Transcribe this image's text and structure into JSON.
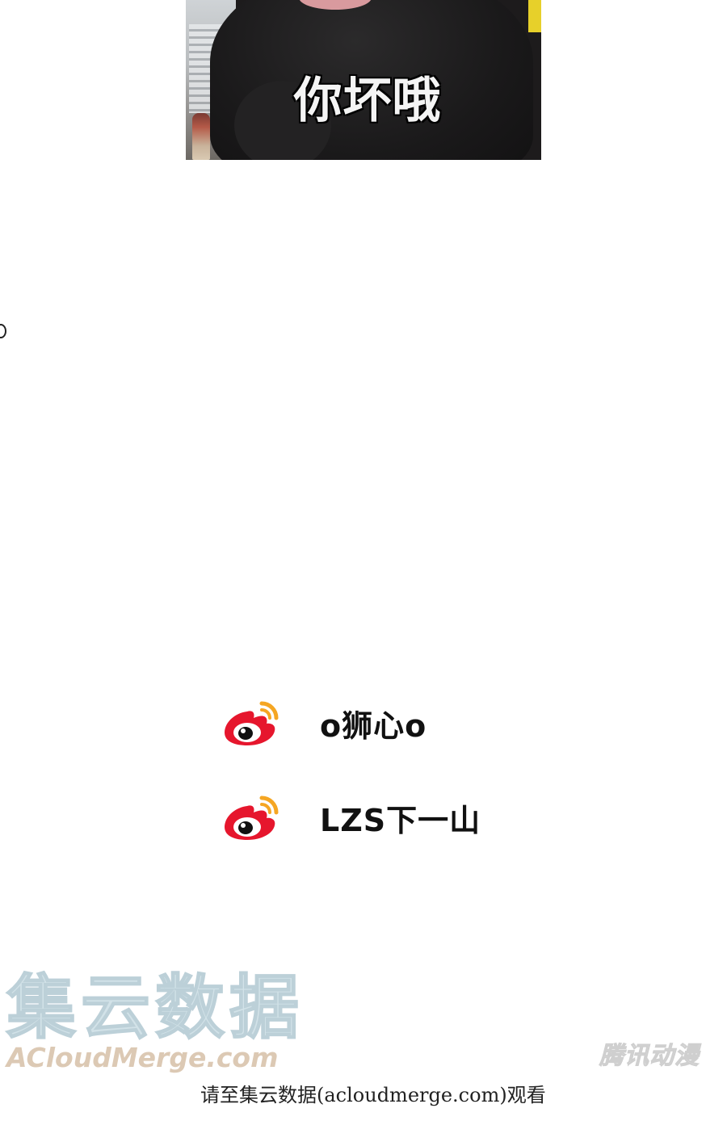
{
  "panel": {
    "caption": "你坏哦",
    "colors": {
      "fur": "#1d1b1c",
      "caption_text": "#f4f4f4",
      "sign_yellow": "#e7d02a"
    }
  },
  "credits": [
    {
      "icon": "weibo-icon",
      "name": "o狮心o"
    },
    {
      "icon": "weibo-icon",
      "name": "LZS下一山"
    }
  ],
  "watermark": {
    "chinese": "集云数据",
    "english": "ACloudMerge.com",
    "publisher": "腾讯动漫"
  },
  "footer_text": "请至集云数据(acloudmerge.com)观看",
  "colors": {
    "weibo_red": "#e6162d",
    "weibo_orange": "#f5a623",
    "watermark_blue": "#d2e2e8",
    "watermark_tan": "#dcc9b4"
  }
}
